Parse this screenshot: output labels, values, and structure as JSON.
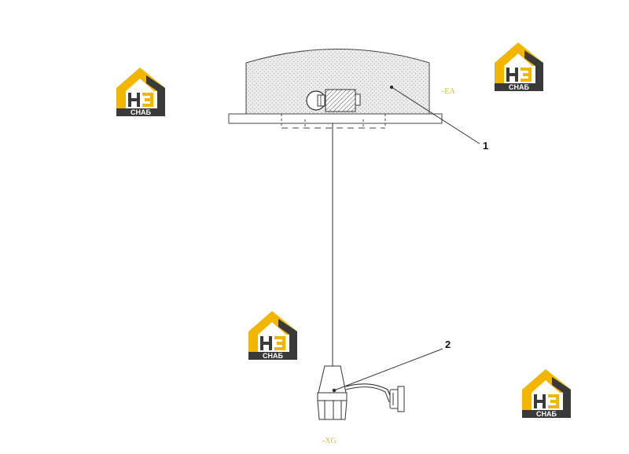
{
  "callouts": {
    "part1": "1",
    "part2": "2"
  },
  "references": {
    "lamp_ref": "-EA",
    "connector_ref": "-XG"
  },
  "watermark": {
    "letters": "H3",
    "caption": "СНАБ",
    "icon": "house-logo-icon"
  },
  "colors": {
    "logo_yellow": "#f2b600",
    "logo_dark": "#3a3a3a",
    "reference_text": "#d8b84a",
    "line": "#333333"
  }
}
